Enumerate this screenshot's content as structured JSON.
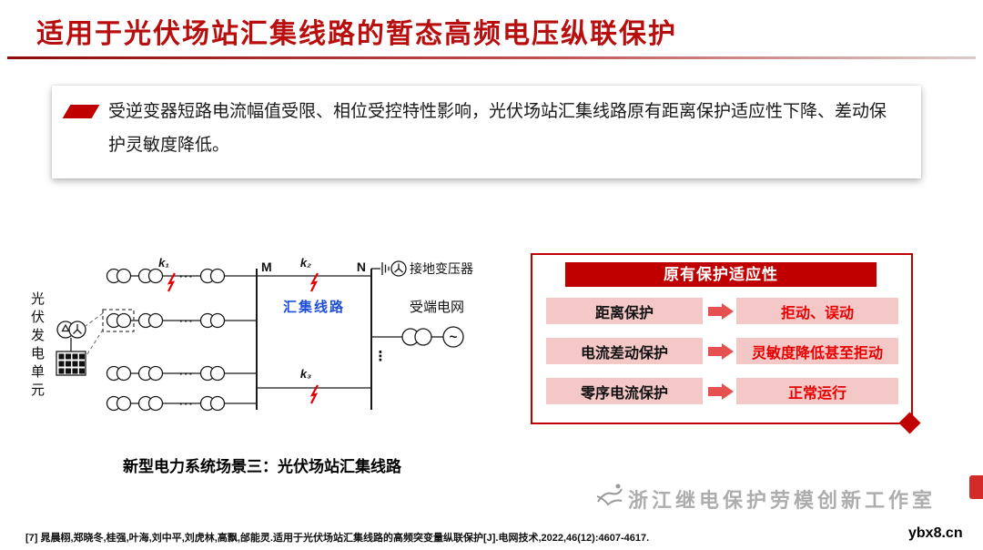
{
  "colors": {
    "title_red": "#B80E0E",
    "deep_red": "#C00000",
    "bright_red": "#E60000",
    "arrow_red": "#E65050",
    "pink": "#F5C8C8",
    "line_blue": "#1F4FD8",
    "watermark_gray": "#ADADAD"
  },
  "header": {
    "title": "适用于光伏场站汇集线路的暂态高频电压纵联保护"
  },
  "summary": {
    "text": "受逆变器短路电流幅值受限、相位受控特性影响，光伏场站汇集线路原有距离保护适应性下降、差动保护灵敏度降低。"
  },
  "diagram": {
    "pv_unit_label": "光伏发电单元",
    "bus_m_label": "M",
    "bus_n_label": "N",
    "fault_k1": "k₁",
    "fault_k2": "k₂",
    "fault_k3": "k₃",
    "collection_line_label": "汇集线路",
    "grounding_transformer_label": "接地变压器",
    "receiving_grid_label": "受端电网",
    "generator_wave": "~",
    "ellipsis": "···",
    "vdots": "⋮",
    "caption": "新型电力系统场景三：光伏场站汇集线路"
  },
  "adaptability_panel": {
    "title": "原有保护适应性",
    "rows": [
      {
        "protection": "距离保护",
        "consequence": "拒动、误动"
      },
      {
        "protection": "电流差动保护",
        "consequence": "灵敏度降低甚至拒动"
      },
      {
        "protection": "零序电流保护",
        "consequence": "正常运行"
      }
    ]
  },
  "footer": {
    "reference": "[7] 晁晨栩,郑晓冬,桂强,叶海,刘中平,刘虎林,高飘,邰能灵.适用于光伏场站汇集线路的高频突变量纵联保护[J].电网技术,2022,46(12):4607-4617.",
    "watermark": "浙江继电保护劳模创新工作室",
    "site": "ybx8.cn"
  }
}
